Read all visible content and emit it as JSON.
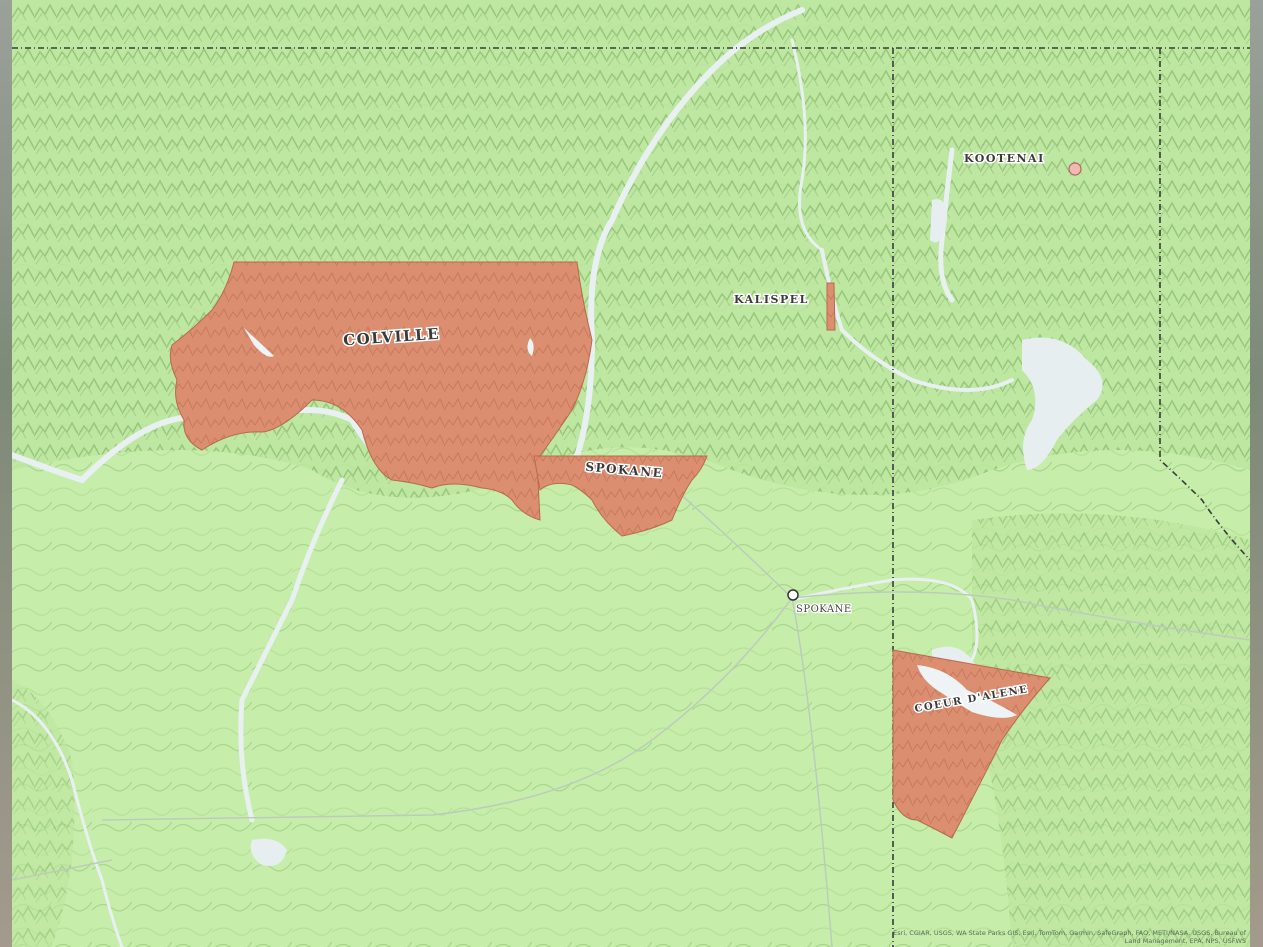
{
  "map": {
    "colors": {
      "land": "#c8f0a8",
      "land_shade": "#a6d288",
      "water": "#e6eef0",
      "reservation": "#d98d6e",
      "reservation_stroke": "#b96a4c",
      "boundary": "#3b3b3b",
      "road": "#c9d6c9",
      "tribe_point": "#f4b8b0",
      "city_point": "#ffffff"
    },
    "reservations": [
      {
        "id": "colville",
        "label": "COLVILLE"
      },
      {
        "id": "spokane",
        "label": "SPOKANE"
      },
      {
        "id": "kalispel",
        "label": "KALISPEL"
      },
      {
        "id": "coeur-dalene",
        "label": "COEUR D'ALENE"
      }
    ],
    "points": {
      "kootenai": {
        "label": "KOOTENAI",
        "icon": "tribe-point-icon"
      },
      "spokane_city": {
        "label": "SPOKANE",
        "icon": "city-point-icon"
      }
    },
    "attribution": "Esri, CGIAR, USGS, WA State Parks GIS, Esri, TomTom, Garmin, SafeGraph, FAO, METI/NASA, USGS, Bureau of Land Management, EPA, NPS, USFWS"
  }
}
